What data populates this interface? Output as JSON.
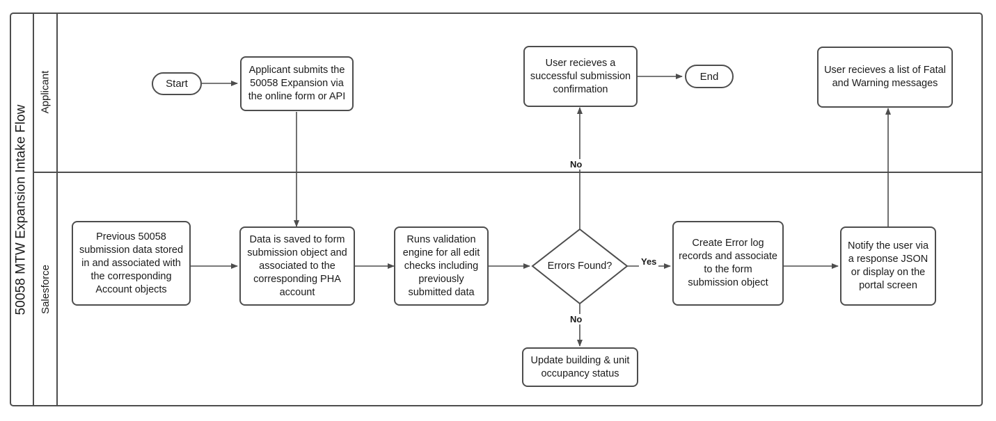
{
  "diagram": {
    "pool_title": "50058 MTW Expansion Intake Flow",
    "lanes": [
      {
        "id": "applicant",
        "label": "Applicant"
      },
      {
        "id": "salesforce",
        "label": "Salesforce"
      }
    ],
    "colors": {
      "stroke": "#4d4d4d",
      "text": "#1a1a1a",
      "fill": "#ffffff",
      "background": "#ffffff"
    },
    "nodes": [
      {
        "id": "start",
        "type": "terminator",
        "lane": "applicant",
        "label": "Start"
      },
      {
        "id": "submit",
        "type": "process",
        "lane": "applicant",
        "label": "Applicant submits the 50058 Expansion via the online form or API"
      },
      {
        "id": "success",
        "type": "process",
        "lane": "applicant",
        "label": "User recieves a successful submission confirmation"
      },
      {
        "id": "end",
        "type": "terminator",
        "lane": "applicant",
        "label": "End"
      },
      {
        "id": "fatal_list",
        "type": "process",
        "lane": "applicant",
        "label": "User recieves a list of Fatal and Warning messages"
      },
      {
        "id": "previous",
        "type": "process",
        "lane": "salesforce",
        "label": "Previous 50058 submission data stored in and associated with the corresponding Account objects"
      },
      {
        "id": "saved",
        "type": "process",
        "lane": "salesforce",
        "label": "Data is saved to form submission object and associated to the corresponding PHA account"
      },
      {
        "id": "validation",
        "type": "process",
        "lane": "salesforce",
        "label": "Runs validation engine for all edit checks including previously submitted data"
      },
      {
        "id": "errors_found",
        "type": "decision",
        "lane": "salesforce",
        "label": "Errors Found?"
      },
      {
        "id": "error_log",
        "type": "process",
        "lane": "salesforce",
        "label": "Create Error log records and associate to the form submission object"
      },
      {
        "id": "notify",
        "type": "process",
        "lane": "salesforce",
        "label": "Notify the user via a response JSON or display on the portal screen"
      },
      {
        "id": "occupancy",
        "type": "process",
        "lane": "salesforce",
        "label": "Update building & unit occupancy status"
      }
    ],
    "edges": [
      {
        "from": "start",
        "to": "submit",
        "label": ""
      },
      {
        "from": "submit",
        "to": "saved",
        "label": ""
      },
      {
        "from": "previous",
        "to": "saved",
        "label": ""
      },
      {
        "from": "saved",
        "to": "validation",
        "label": ""
      },
      {
        "from": "validation",
        "to": "errors_found",
        "label": ""
      },
      {
        "from": "errors_found",
        "to": "success",
        "label": "No"
      },
      {
        "from": "errors_found",
        "to": "occupancy",
        "label": "No"
      },
      {
        "from": "errors_found",
        "to": "error_log",
        "label": "Yes"
      },
      {
        "from": "error_log",
        "to": "notify",
        "label": ""
      },
      {
        "from": "notify",
        "to": "fatal_list",
        "label": ""
      },
      {
        "from": "success",
        "to": "end",
        "label": ""
      }
    ],
    "edge_labels": {
      "no_up": "No",
      "no_down": "No",
      "yes": "Yes"
    }
  }
}
